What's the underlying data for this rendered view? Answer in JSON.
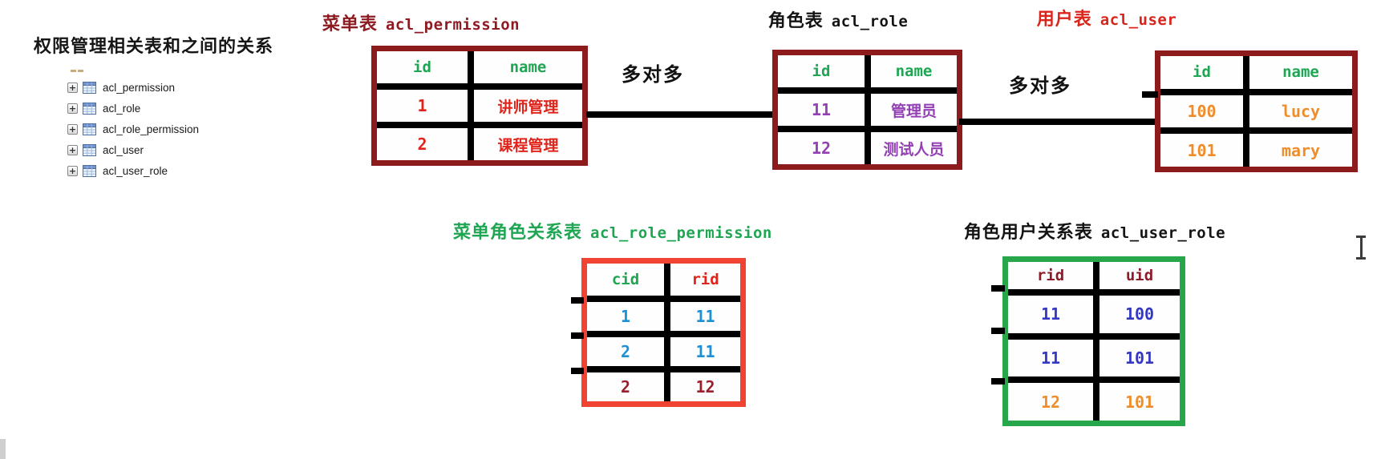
{
  "page": {
    "title": "权限管理相关表和之间的关系"
  },
  "tree": {
    "items": [
      {
        "label": "acl_permission"
      },
      {
        "label": "acl_role"
      },
      {
        "label": "acl_role_permission"
      },
      {
        "label": "acl_user"
      },
      {
        "label": "acl_user_role"
      }
    ]
  },
  "icons": {
    "expand_glyph": "+"
  },
  "relations": [
    {
      "label": "多对多"
    },
    {
      "label": "多对多"
    }
  ],
  "tables": [
    {
      "title_zh": "菜单表",
      "title_en": "acl_permission",
      "columns": [
        "id",
        "name"
      ],
      "rows": [
        [
          "1",
          "讲师管理"
        ],
        [
          "2",
          "课程管理"
        ]
      ]
    },
    {
      "title_zh": "角色表",
      "title_en": "acl_role",
      "columns": [
        "id",
        "name"
      ],
      "rows": [
        [
          "11",
          "管理员"
        ],
        [
          "12",
          "测试人员"
        ]
      ]
    },
    {
      "title_zh": "用户表",
      "title_en": "acl_user",
      "columns": [
        "id",
        "name"
      ],
      "rows": [
        [
          "100",
          "lucy"
        ],
        [
          "101",
          "mary"
        ]
      ]
    },
    {
      "title_zh": "菜单角色关系表",
      "title_en": "acl_role_permission",
      "columns": [
        "cid",
        "rid"
      ],
      "rows": [
        [
          "1",
          "11"
        ],
        [
          "2",
          "11"
        ],
        [
          "2",
          "12"
        ]
      ]
    },
    {
      "title_zh": "角色用户关系表",
      "title_en": "acl_user_role",
      "columns": [
        "rid",
        "uid"
      ],
      "rows": [
        [
          "11",
          "100"
        ],
        [
          "11",
          "101"
        ],
        [
          "12",
          "101"
        ]
      ]
    }
  ],
  "colors": {
    "maroon_border": "#8e1b1b",
    "red_border": "#f04332",
    "green_border": "#27a74a",
    "header_green": "#1ea653",
    "row_red": "#e0241b",
    "row_purple": "#9340b5",
    "row_orange": "#ef8d2a",
    "row_blue": "#1e90d6",
    "row_darkblue": "#3438c4",
    "row_darkred": "#9c1f2e",
    "header_maroon": "#8e1c28",
    "title_dark_red": "#8e1b22",
    "title_bright_red": "#d9251c",
    "relation_line": "#000000"
  }
}
